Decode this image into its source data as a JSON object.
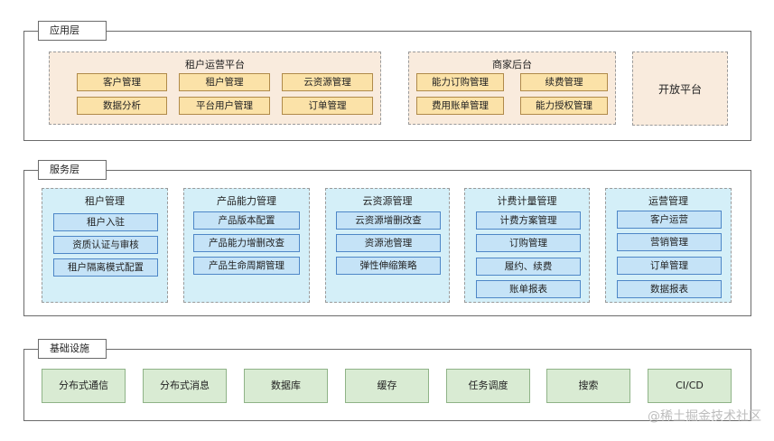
{
  "application_layer": {
    "label": "应用层",
    "tenant_platform": {
      "title": "租户运营平台",
      "items": [
        "客户管理",
        "租户管理",
        "云资源管理",
        "数据分析",
        "平台用户管理",
        "订单管理"
      ]
    },
    "merchant_backend": {
      "title": "商家后台",
      "items": [
        "能力订购管理",
        "续费管理",
        "费用账单管理",
        "能力授权管理"
      ]
    },
    "open_platform": "开放平台"
  },
  "service_layer": {
    "label": "服务层",
    "groups": [
      {
        "title": "租户管理",
        "items": [
          "租户入驻",
          "资质认证与审核",
          "租户隔离模式配置"
        ]
      },
      {
        "title": "产品能力管理",
        "items": [
          "产品版本配置",
          "产品能力增删改查",
          "产品生命周期管理"
        ]
      },
      {
        "title": "云资源管理",
        "items": [
          "云资源增删改查",
          "资源池管理",
          "弹性伸缩策略"
        ]
      },
      {
        "title": "计费计量管理",
        "items": [
          "计费方案管理",
          "订购管理",
          "履约、续费",
          "账单报表"
        ]
      },
      {
        "title": "运营管理",
        "items": [
          "客户运营",
          "营销管理",
          "订单管理",
          "数据报表"
        ]
      }
    ]
  },
  "infrastructure_layer": {
    "label": "基础设施",
    "items": [
      "分布式通信",
      "分布式消息",
      "数据库",
      "缓存",
      "任务调度",
      "搜索",
      "CI/CD"
    ]
  },
  "watermark": "@稀土掘金技术社区"
}
